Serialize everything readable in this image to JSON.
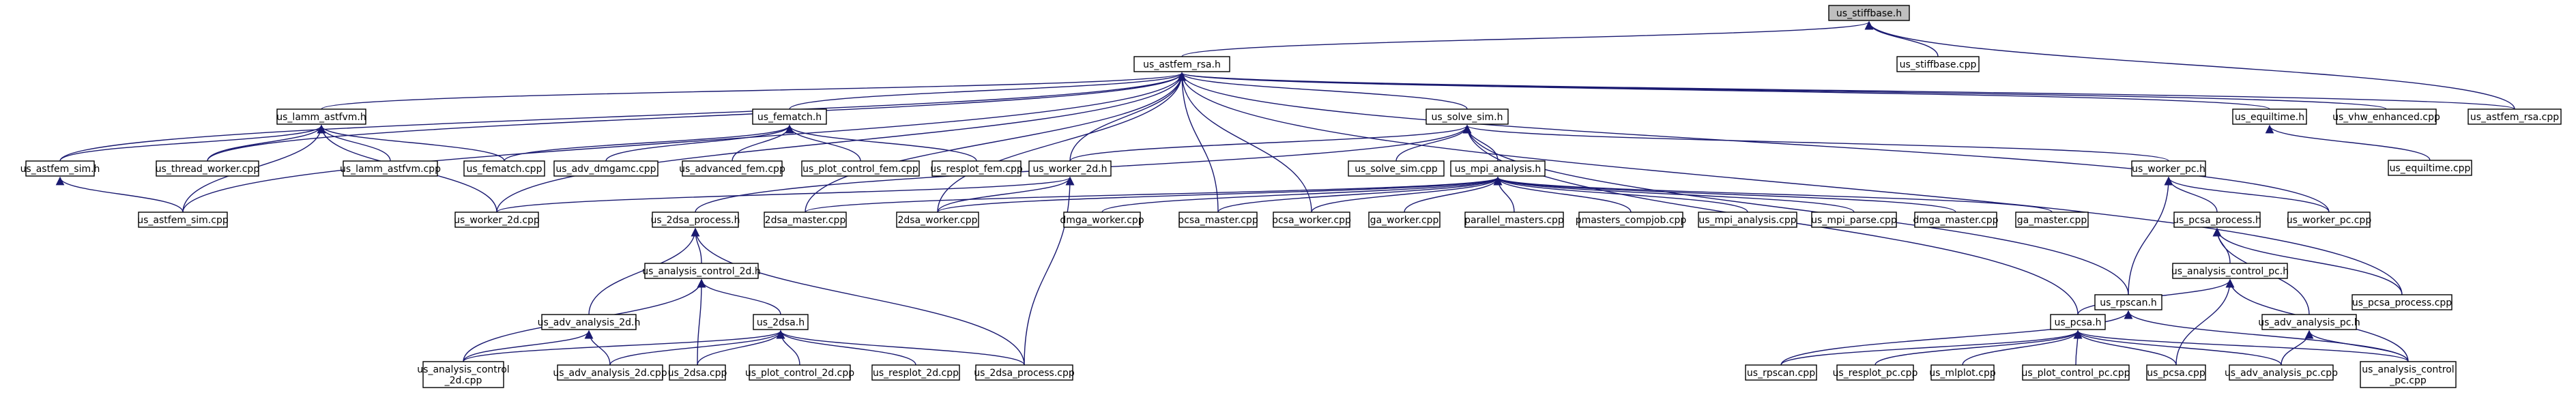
{
  "graph": {
    "title": "",
    "nodes": [
      {
        "id": "n1",
        "label": "us_stiffbase.h",
        "root": true
      },
      {
        "id": "n2",
        "label": "us_astfem_rsa.h"
      },
      {
        "id": "n3",
        "label": "us_stiffbase.cpp"
      },
      {
        "id": "n4",
        "label": "us_lamm_astfvm.h"
      },
      {
        "id": "n5",
        "label": "us_fematch.h"
      },
      {
        "id": "n6",
        "label": "us_solve_sim.h"
      },
      {
        "id": "n7",
        "label": "us_equiltime.h"
      },
      {
        "id": "n8",
        "label": "us_vhw_enhanced.cpp"
      },
      {
        "id": "n9",
        "label": "us_astfem_rsa.cpp"
      },
      {
        "id": "n10",
        "label": "us_equiltime.cpp"
      },
      {
        "id": "n11",
        "label": "us_astfem_sim.h"
      },
      {
        "id": "n12",
        "label": "us_thread_worker.cpp"
      },
      {
        "id": "n13",
        "label": "us_lamm_astfvm.cpp"
      },
      {
        "id": "n14",
        "label": "us_fematch.cpp"
      },
      {
        "id": "n15",
        "label": "us_adv_dmgamc.cpp"
      },
      {
        "id": "n16",
        "label": "us_advanced_fem.cpp"
      },
      {
        "id": "n17",
        "label": "us_plot_control_fem.cpp"
      },
      {
        "id": "n18",
        "label": "us_resplot_fem.cpp"
      },
      {
        "id": "n19",
        "label": "us_worker_2d.h"
      },
      {
        "id": "n20",
        "label": "us_solve_sim.cpp"
      },
      {
        "id": "n21",
        "label": "us_mpi_analysis.h"
      },
      {
        "id": "n22",
        "label": "us_worker_pc.h"
      },
      {
        "id": "n23",
        "label": "us_astfem_sim.cpp"
      },
      {
        "id": "n24",
        "label": "us_worker_2d.cpp"
      },
      {
        "id": "n25",
        "label": "us_2dsa_process.h"
      },
      {
        "id": "n26",
        "label": "2dsa_master.cpp"
      },
      {
        "id": "n27",
        "label": "2dsa_worker.cpp"
      },
      {
        "id": "n28",
        "label": "dmga_worker.cpp"
      },
      {
        "id": "n29",
        "label": "pcsa_master.cpp"
      },
      {
        "id": "n30",
        "label": "pcsa_worker.cpp"
      },
      {
        "id": "n31",
        "label": "ga_worker.cpp"
      },
      {
        "id": "n32",
        "label": "parallel_masters.cpp"
      },
      {
        "id": "n33",
        "label": "pmasters_compjob.cpp"
      },
      {
        "id": "n34",
        "label": "us_mpi_analysis.cpp"
      },
      {
        "id": "n35",
        "label": "us_mpi_parse.cpp"
      },
      {
        "id": "n36",
        "label": "dmga_master.cpp"
      },
      {
        "id": "n37",
        "label": "ga_master.cpp"
      },
      {
        "id": "n38",
        "label": "us_pcsa_process.h"
      },
      {
        "id": "n39",
        "label": "us_worker_pc.cpp"
      },
      {
        "id": "n40",
        "label": "us_analysis_control_2d.h"
      },
      {
        "id": "n41",
        "label": "us_rpscan.h"
      },
      {
        "id": "n42",
        "label": "us_analysis_control_pc.h"
      },
      {
        "id": "n43",
        "label": "us_pcsa_process.cpp"
      },
      {
        "id": "n44",
        "label": "us_adv_analysis_2d.h"
      },
      {
        "id": "n45",
        "label": "us_2dsa.h"
      },
      {
        "id": "n46",
        "label": "us_pcsa.h"
      },
      {
        "id": "n47",
        "label": "us_adv_analysis_pc.h"
      },
      {
        "id": "n48",
        "label": "us_analysis_control\n_2d.cpp"
      },
      {
        "id": "n49",
        "label": "us_adv_analysis_2d.cpp"
      },
      {
        "id": "n50",
        "label": "us_2dsa.cpp"
      },
      {
        "id": "n51",
        "label": "us_plot_control_2d.cpp"
      },
      {
        "id": "n52",
        "label": "us_resplot_2d.cpp"
      },
      {
        "id": "n53",
        "label": "us_2dsa_process.cpp"
      },
      {
        "id": "n54",
        "label": "us_rpscan.cpp"
      },
      {
        "id": "n55",
        "label": "us_resplot_pc.cpp"
      },
      {
        "id": "n56",
        "label": "us_mlplot.cpp"
      },
      {
        "id": "n57",
        "label": "us_plot_control_pc.cpp"
      },
      {
        "id": "n58",
        "label": "us_pcsa.cpp"
      },
      {
        "id": "n59",
        "label": "us_adv_analysis_pc.cpp"
      },
      {
        "id": "n60",
        "label": "us_analysis_control\n_pc.cpp"
      }
    ],
    "edges": [
      [
        "n2",
        "n1"
      ],
      [
        "n3",
        "n1"
      ],
      [
        "n9",
        "n1"
      ],
      [
        "n4",
        "n2"
      ],
      [
        "n5",
        "n2"
      ],
      [
        "n6",
        "n2"
      ],
      [
        "n7",
        "n2"
      ],
      [
        "n8",
        "n2"
      ],
      [
        "n9",
        "n2"
      ],
      [
        "n11",
        "n2"
      ],
      [
        "n12",
        "n2"
      ],
      [
        "n23",
        "n2"
      ],
      [
        "n24",
        "n2"
      ],
      [
        "n19",
        "n2"
      ],
      [
        "n29",
        "n2"
      ],
      [
        "n30",
        "n2"
      ],
      [
        "n43",
        "n2"
      ],
      [
        "n39",
        "n2"
      ],
      [
        "n26",
        "n2"
      ],
      [
        "n27",
        "n2"
      ],
      [
        "n10",
        "n7"
      ],
      [
        "n11",
        "n4"
      ],
      [
        "n12",
        "n4"
      ],
      [
        "n13",
        "n4"
      ],
      [
        "n14",
        "n4"
      ],
      [
        "n23",
        "n4"
      ],
      [
        "n24",
        "n4"
      ],
      [
        "n14",
        "n5"
      ],
      [
        "n15",
        "n5"
      ],
      [
        "n16",
        "n5"
      ],
      [
        "n17",
        "n5"
      ],
      [
        "n18",
        "n5"
      ],
      [
        "n19",
        "n6"
      ],
      [
        "n20",
        "n6"
      ],
      [
        "n21",
        "n6"
      ],
      [
        "n22",
        "n6"
      ],
      [
        "n25",
        "n6"
      ],
      [
        "n41",
        "n6"
      ],
      [
        "n46",
        "n6"
      ],
      [
        "n23",
        "n11"
      ],
      [
        "n24",
        "n19"
      ],
      [
        "n53",
        "n19"
      ],
      [
        "n27",
        "n19"
      ],
      [
        "n26",
        "n21"
      ],
      [
        "n27",
        "n21"
      ],
      [
        "n28",
        "n21"
      ],
      [
        "n29",
        "n21"
      ],
      [
        "n30",
        "n21"
      ],
      [
        "n31",
        "n21"
      ],
      [
        "n32",
        "n21"
      ],
      [
        "n33",
        "n21"
      ],
      [
        "n34",
        "n21"
      ],
      [
        "n35",
        "n21"
      ],
      [
        "n36",
        "n21"
      ],
      [
        "n37",
        "n21"
      ],
      [
        "n38",
        "n22"
      ],
      [
        "n39",
        "n22"
      ],
      [
        "n41",
        "n22"
      ],
      [
        "n44",
        "n25"
      ],
      [
        "n40",
        "n25"
      ],
      [
        "n53",
        "n25"
      ],
      [
        "n45",
        "n40"
      ],
      [
        "n48",
        "n40"
      ],
      [
        "n50",
        "n40"
      ],
      [
        "n48",
        "n44"
      ],
      [
        "n49",
        "n44"
      ],
      [
        "n48",
        "n45"
      ],
      [
        "n49",
        "n45"
      ],
      [
        "n50",
        "n45"
      ],
      [
        "n51",
        "n45"
      ],
      [
        "n52",
        "n45"
      ],
      [
        "n53",
        "n45"
      ],
      [
        "n42",
        "n38"
      ],
      [
        "n47",
        "n38"
      ],
      [
        "n43",
        "n38"
      ],
      [
        "n46",
        "n42"
      ],
      [
        "n58",
        "n42"
      ],
      [
        "n60",
        "n42"
      ],
      [
        "n54",
        "n41"
      ],
      [
        "n60",
        "n41"
      ],
      [
        "n54",
        "n46"
      ],
      [
        "n55",
        "n46"
      ],
      [
        "n56",
        "n46"
      ],
      [
        "n57",
        "n46"
      ],
      [
        "n58",
        "n46"
      ],
      [
        "n59",
        "n46"
      ],
      [
        "n60",
        "n46"
      ],
      [
        "n59",
        "n47"
      ],
      [
        "n60",
        "n47"
      ]
    ]
  }
}
